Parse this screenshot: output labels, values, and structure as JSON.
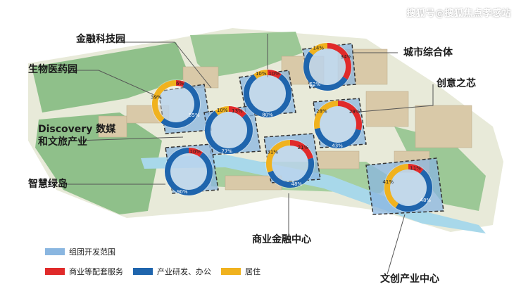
{
  "watermark": "搜狐号@搜狐焦点孝感站",
  "labels": {
    "finance_tech": "金融科技园",
    "bio_pharma": "生物医药园",
    "discovery_1": "Discovery 数媒",
    "discovery_2": "和文旅产业",
    "smart_island": "智慧绿岛",
    "city_complex": "城市综合体",
    "creative_core": "创意之芯",
    "commercial_finance": "商业金融中心",
    "cultural_creative": "文创产业中心"
  },
  "legend": {
    "cluster": "组团开发范围",
    "commercial": "商业等配套服务",
    "industry": "产业研发、办公",
    "residential": "居住"
  },
  "colors": {
    "commercial": "#e02a2a",
    "industry": "#1f65ad",
    "residential": "#f0b21e",
    "cluster": "#8ab6e0",
    "park": "#8fc08a",
    "water": "#a8d8ea"
  },
  "donuts": [
    {
      "id": "finance-tech",
      "segments": [
        {
          "type": "commercial",
          "value": 6,
          "label": "6%"
        },
        {
          "type": "industry",
          "value": 55,
          "label": "55%"
        },
        {
          "type": "residential",
          "value": 39,
          "label": "39%"
        }
      ]
    },
    {
      "id": "finance-upper",
      "segments": [
        {
          "type": "commercial",
          "value": 10,
          "label": "10%"
        },
        {
          "type": "industry",
          "value": 80,
          "label": "80%"
        },
        {
          "type": "residential",
          "value": 10,
          "label": "10%"
        }
      ]
    },
    {
      "id": "city-complex",
      "segments": [
        {
          "type": "commercial",
          "value": 34,
          "label": "34%"
        },
        {
          "type": "industry",
          "value": 52,
          "label": "52%"
        },
        {
          "type": "residential",
          "value": 14,
          "label": "14%"
        }
      ]
    },
    {
      "id": "discovery",
      "segments": [
        {
          "type": "commercial",
          "value": 13,
          "label": "13%"
        },
        {
          "type": "industry",
          "value": 77,
          "label": "77%"
        },
        {
          "type": "residential",
          "value": 10,
          "label": "10%"
        }
      ]
    },
    {
      "id": "creative-core",
      "segments": [
        {
          "type": "commercial",
          "value": 29,
          "label": "29%"
        },
        {
          "type": "industry",
          "value": 43,
          "label": "43%"
        },
        {
          "type": "residential",
          "value": 28,
          "label": "28%"
        }
      ]
    },
    {
      "id": "smart-island",
      "segments": [
        {
          "type": "commercial",
          "value": 10,
          "label": "10%"
        },
        {
          "type": "industry",
          "value": 90,
          "label": "90%"
        },
        {
          "type": "residential",
          "value": 0,
          "label": ""
        }
      ]
    },
    {
      "id": "commercial-finance",
      "segments": [
        {
          "type": "commercial",
          "value": 21,
          "label": "21%"
        },
        {
          "type": "industry",
          "value": 48,
          "label": "48%"
        },
        {
          "type": "residential",
          "value": 31,
          "label": "31%"
        }
      ]
    },
    {
      "id": "cultural-creative",
      "segments": [
        {
          "type": "commercial",
          "value": 11,
          "label": "11%"
        },
        {
          "type": "industry",
          "value": 48,
          "label": "48%"
        },
        {
          "type": "residential",
          "value": 41,
          "label": "41%"
        }
      ]
    }
  ]
}
